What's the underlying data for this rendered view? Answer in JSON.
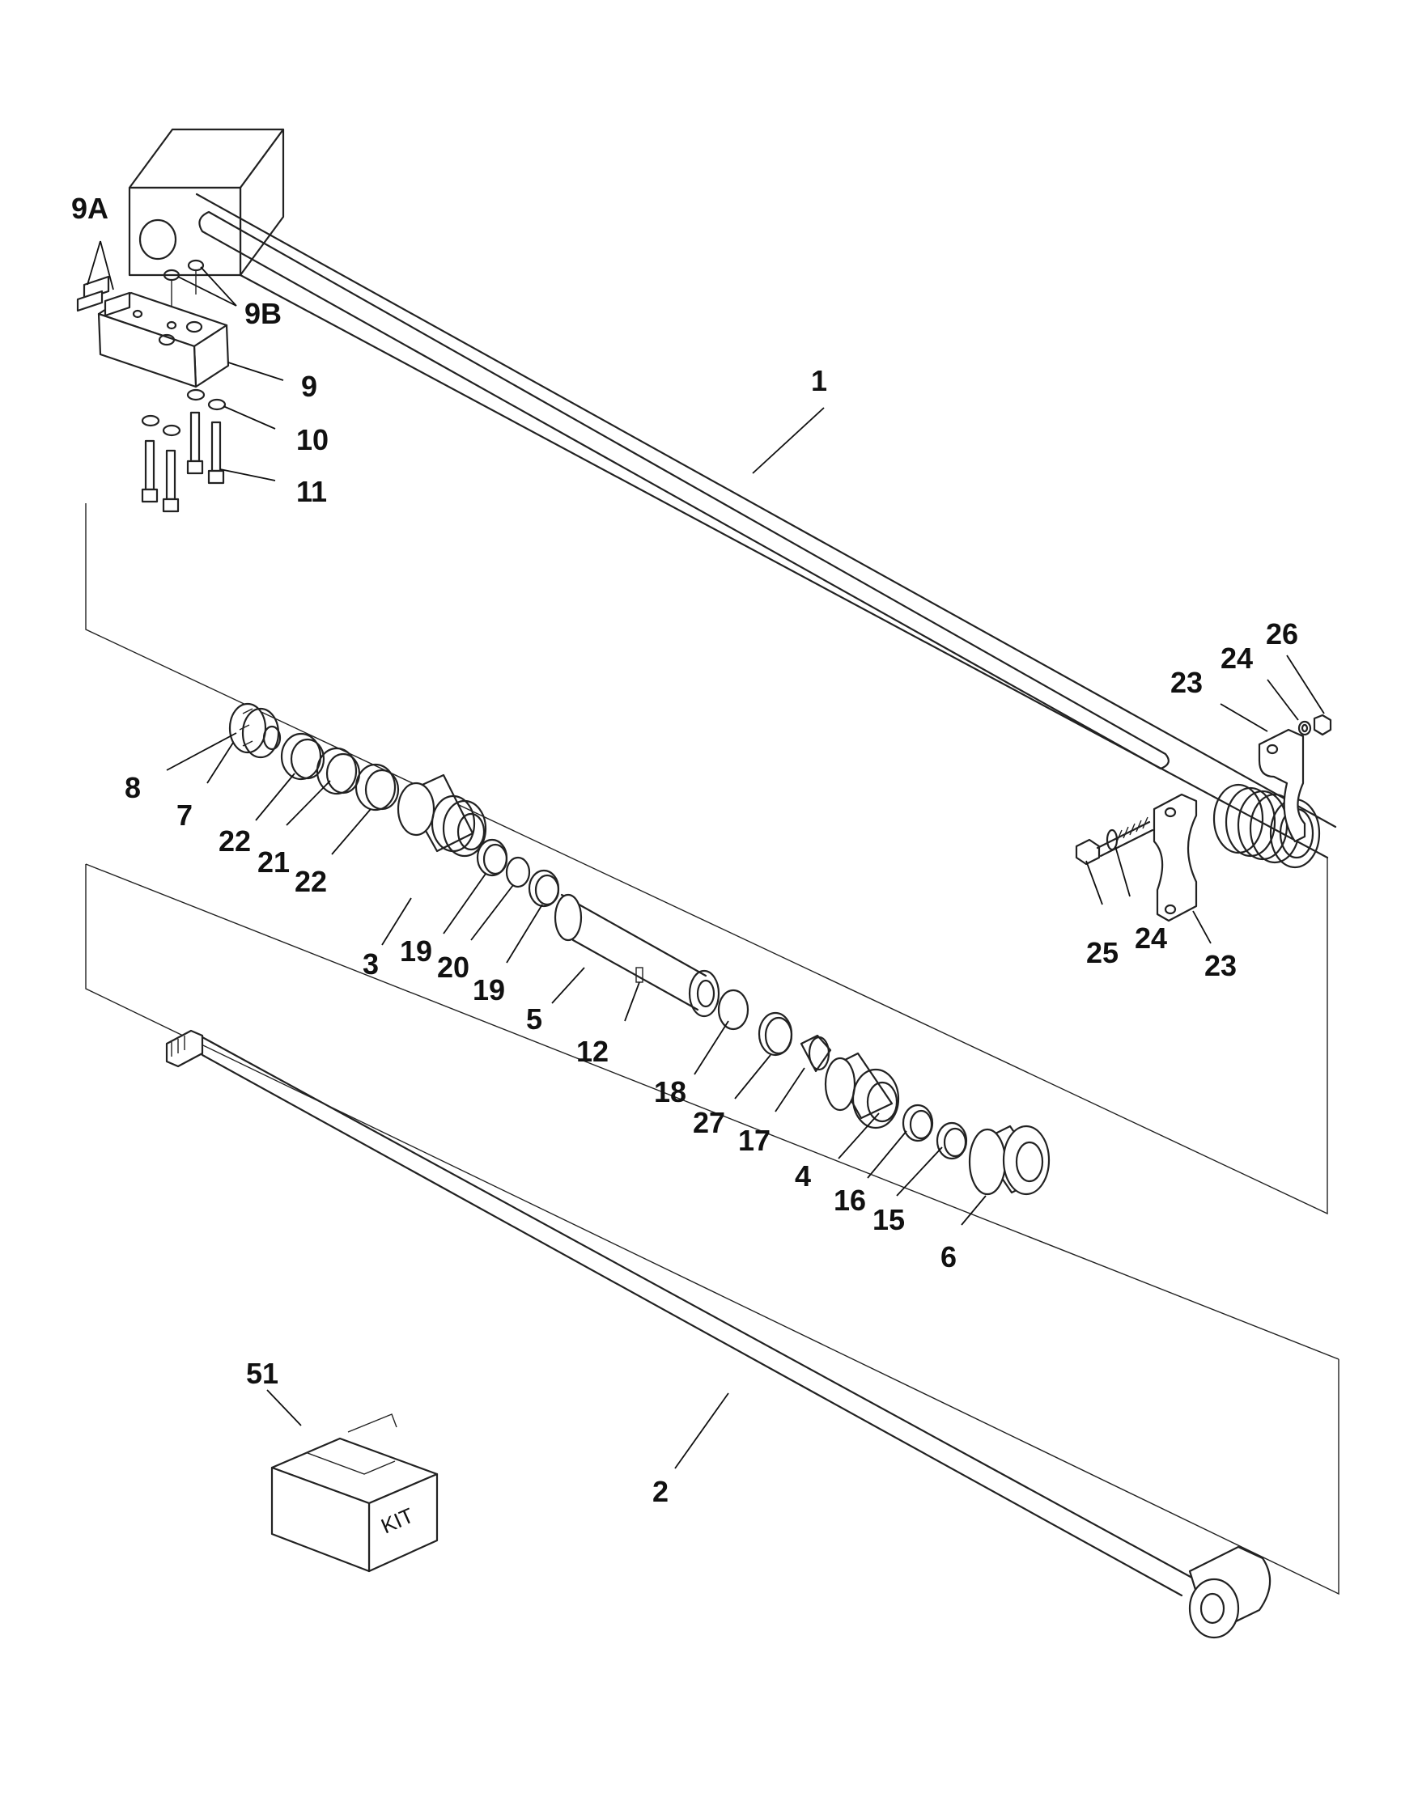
{
  "callouts": {
    "c1": "1",
    "c2": "2",
    "c3": "3",
    "c4": "4",
    "c5": "5",
    "c6": "6",
    "c7": "7",
    "c8": "8",
    "c9": "9",
    "c9a": "9A",
    "c9b": "9B",
    "c10": "10",
    "c11": "11",
    "c12": "12",
    "c15": "15",
    "c16": "16",
    "c17": "17",
    "c18": "18",
    "c19a": "19",
    "c19b": "19",
    "c20": "20",
    "c21": "21",
    "c22a": "22",
    "c22b": "22",
    "c23a": "23",
    "c23b": "23",
    "c24a": "24",
    "c24b": "24",
    "c25": "25",
    "c26": "26",
    "c27": "27",
    "c51": "51"
  },
  "kit_label": "KIT"
}
